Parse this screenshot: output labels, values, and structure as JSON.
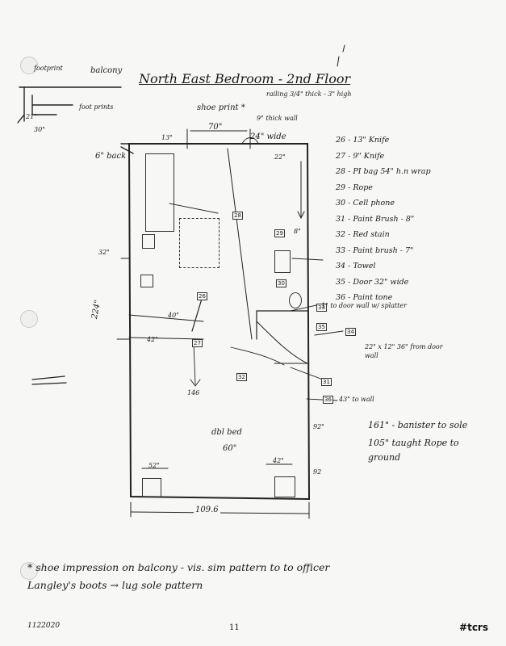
{
  "title": "North East Bedroom - 2nd Floor",
  "legend": [
    "26 - 13\" Knife",
    "27 - 9\" Knife",
    "28 - PI bag 54\" h.n wrap",
    "29 - Rope",
    "30 - Cell phone",
    "31 - Paint Brush - 8\"",
    "32 - Red stain",
    "33 - Paint brush - 7\"",
    "34 - Towel",
    "35 - Door 32\" wide",
    "36 - Paint tone"
  ],
  "inset": {
    "balcony": "balcony",
    "footprint_top": "footprint",
    "foot_prints": "foot prints",
    "dim_21": "21\"",
    "dim_30": "30\""
  },
  "dimensions": {
    "d6_back": "6\" back",
    "d70": "70\"",
    "d13": "13\"",
    "shoe_print": "shoe print *",
    "railing": "railing 3/4\" thick - 3\" high",
    "d9_thick": "9\" thick wall",
    "d24_wide": "24\" wide",
    "d22": "22\"",
    "d40": "40\"",
    "d42": "42\"",
    "d224": "224\"",
    "d146": "146",
    "d8": "8\"",
    "d32": "32\"",
    "d92": "92\"",
    "d52": "52\"",
    "d42b": "42\"",
    "d1096": "109.6",
    "dbl_bed": "dbl bed",
    "d60": "60\"",
    "d_corner": "92"
  },
  "notes": {
    "door_note": "1\" to door wall w/ splatter",
    "from_door": "22\" x 12\" 36\" from door wall",
    "to_wall": "43\" to wall",
    "banister": "161\" - banister to sole",
    "rope": "105\" taught Rope to ground"
  },
  "evidence_labels": [
    "26",
    "27",
    "28",
    "29",
    "30",
    "31",
    "32",
    "33",
    "34",
    "35",
    "36"
  ],
  "bottom_note": [
    "* shoe impression on balcony - vis. sim pattern to to officer",
    "Langley's boots → lug sole pattern"
  ],
  "stamp": "1122020",
  "page_number": "11",
  "tag": "#tcrs"
}
